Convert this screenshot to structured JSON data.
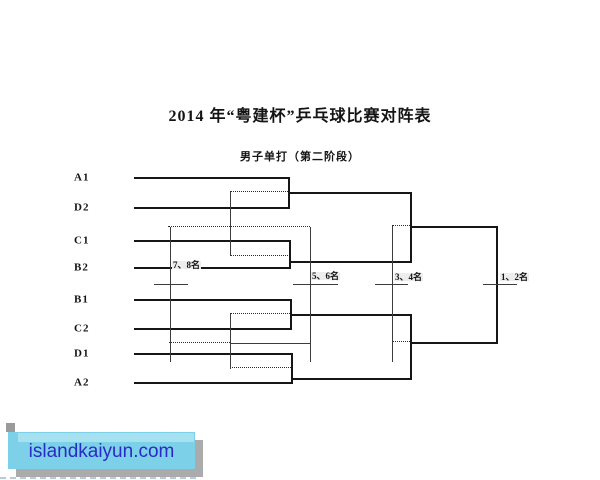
{
  "document": {
    "title": "2014 年“粤建杯”乒乓球比赛对阵表",
    "subtitle": "男子单打（第二阶段）"
  },
  "bracket": {
    "entries": [
      "A1",
      "D2",
      "C1",
      "B2",
      "B1",
      "C2",
      "D1",
      "A2"
    ],
    "quarterfinal_pairs": [
      [
        "A1",
        "D2"
      ],
      [
        "C1",
        "B2"
      ],
      [
        "B1",
        "C2"
      ],
      [
        "D1",
        "A2"
      ]
    ],
    "stage_labels": [
      "7、8名",
      "5、6名",
      "3、4名",
      "1、2名"
    ]
  },
  "watermark": {
    "text": "islandkaiyun.com"
  },
  "colors": {
    "background": "#ffffff",
    "bracket_line": "#161616",
    "thin_line": "#3c3c3c",
    "place_label_bg": "#ededed",
    "watermark_bg": "#7cd1e9",
    "watermark_band": "#a6e1f1",
    "watermark_text": "#2a2ac8",
    "watermark_shadow": "#ababab"
  }
}
